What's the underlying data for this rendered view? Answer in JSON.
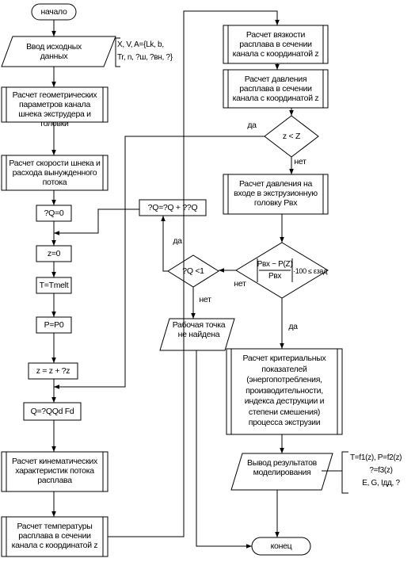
{
  "flowchart": {
    "start": "начало",
    "end": "конец",
    "input_data": "Ввод исходных данных",
    "input_params": [
      "X, V, A={Lk, b,",
      "Tr, n, ?ш, ?вн, ?}"
    ],
    "geom_params": "Расчет геометрических параметров канала шнека экструдера и головки",
    "screw_speed": "Расчет скорости шнека и расхода вынужденного потока",
    "init_qo": "?Q=0",
    "init_z": "z=0",
    "init_t": "T=Tmelt",
    "init_p": "P=P0",
    "inc_z": "z = z + ?z",
    "q_calc": "Q=?QQd Fd",
    "kinematic": "Расчет кинематических характеристик потока расплава",
    "temperature": "Расчет температуры расплава в сечении канала с координатой z",
    "viscosity": "Расчет вязкости расплава в сечении канала с координатой z",
    "pressure": "Расчет давления расплава в сечении канала с координатой z",
    "cond_z": "z < Z",
    "inlet_pressure": "Расчет давления на входе в экструзионную головку Pвх",
    "cond_accuracy_left": "Pвх − P(Z)",
    "cond_accuracy_den": "Pвх",
    "cond_accuracy_right": "·100 ≤ εзад",
    "qo_update": "?Q=?Q + ??Q",
    "cond_qo": "?Q <1",
    "not_found": "Рабочая точка не найдена",
    "criteria": "Расчет критериальных показателей (энергопотребления, производительности, индекса деструкции и степени смешения) процесса экструзии",
    "output": "Вывод результатов моделирования",
    "output_params": [
      "T=f1(z), P=f2(z)",
      "?=f3(z)",
      "E, G, Iдд, ?"
    ],
    "yes": "да",
    "no": "нет"
  }
}
